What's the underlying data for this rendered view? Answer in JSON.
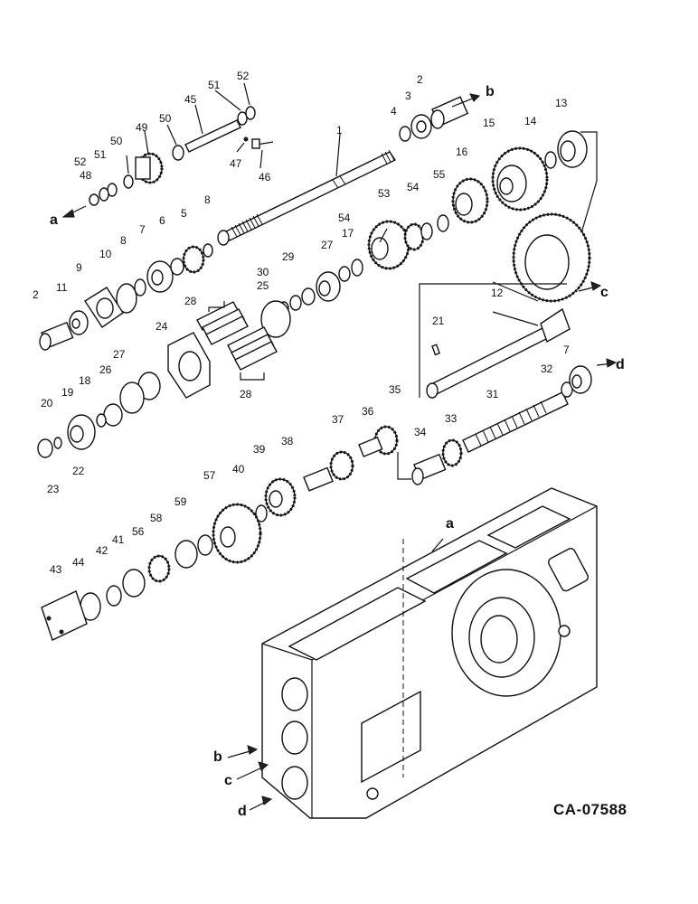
{
  "document_id": "CA-07588",
  "arrow_refs": [
    "a",
    "b",
    "c",
    "d"
  ],
  "callouts": [
    "1",
    "2",
    "3",
    "4",
    "5",
    "6",
    "7",
    "8",
    "9",
    "10",
    "11",
    "12",
    "13",
    "14",
    "15",
    "16",
    "17",
    "18",
    "19",
    "20",
    "21",
    "22",
    "23",
    "24",
    "25",
    "26",
    "27",
    "28",
    "29",
    "30",
    "31",
    "32",
    "33",
    "34",
    "35",
    "36",
    "37",
    "38",
    "39",
    "40",
    "41",
    "42",
    "43",
    "44",
    "45",
    "46",
    "47",
    "48",
    "49",
    "50",
    "51",
    "52",
    "53",
    "54",
    "55",
    "56",
    "57",
    "58",
    "59"
  ]
}
